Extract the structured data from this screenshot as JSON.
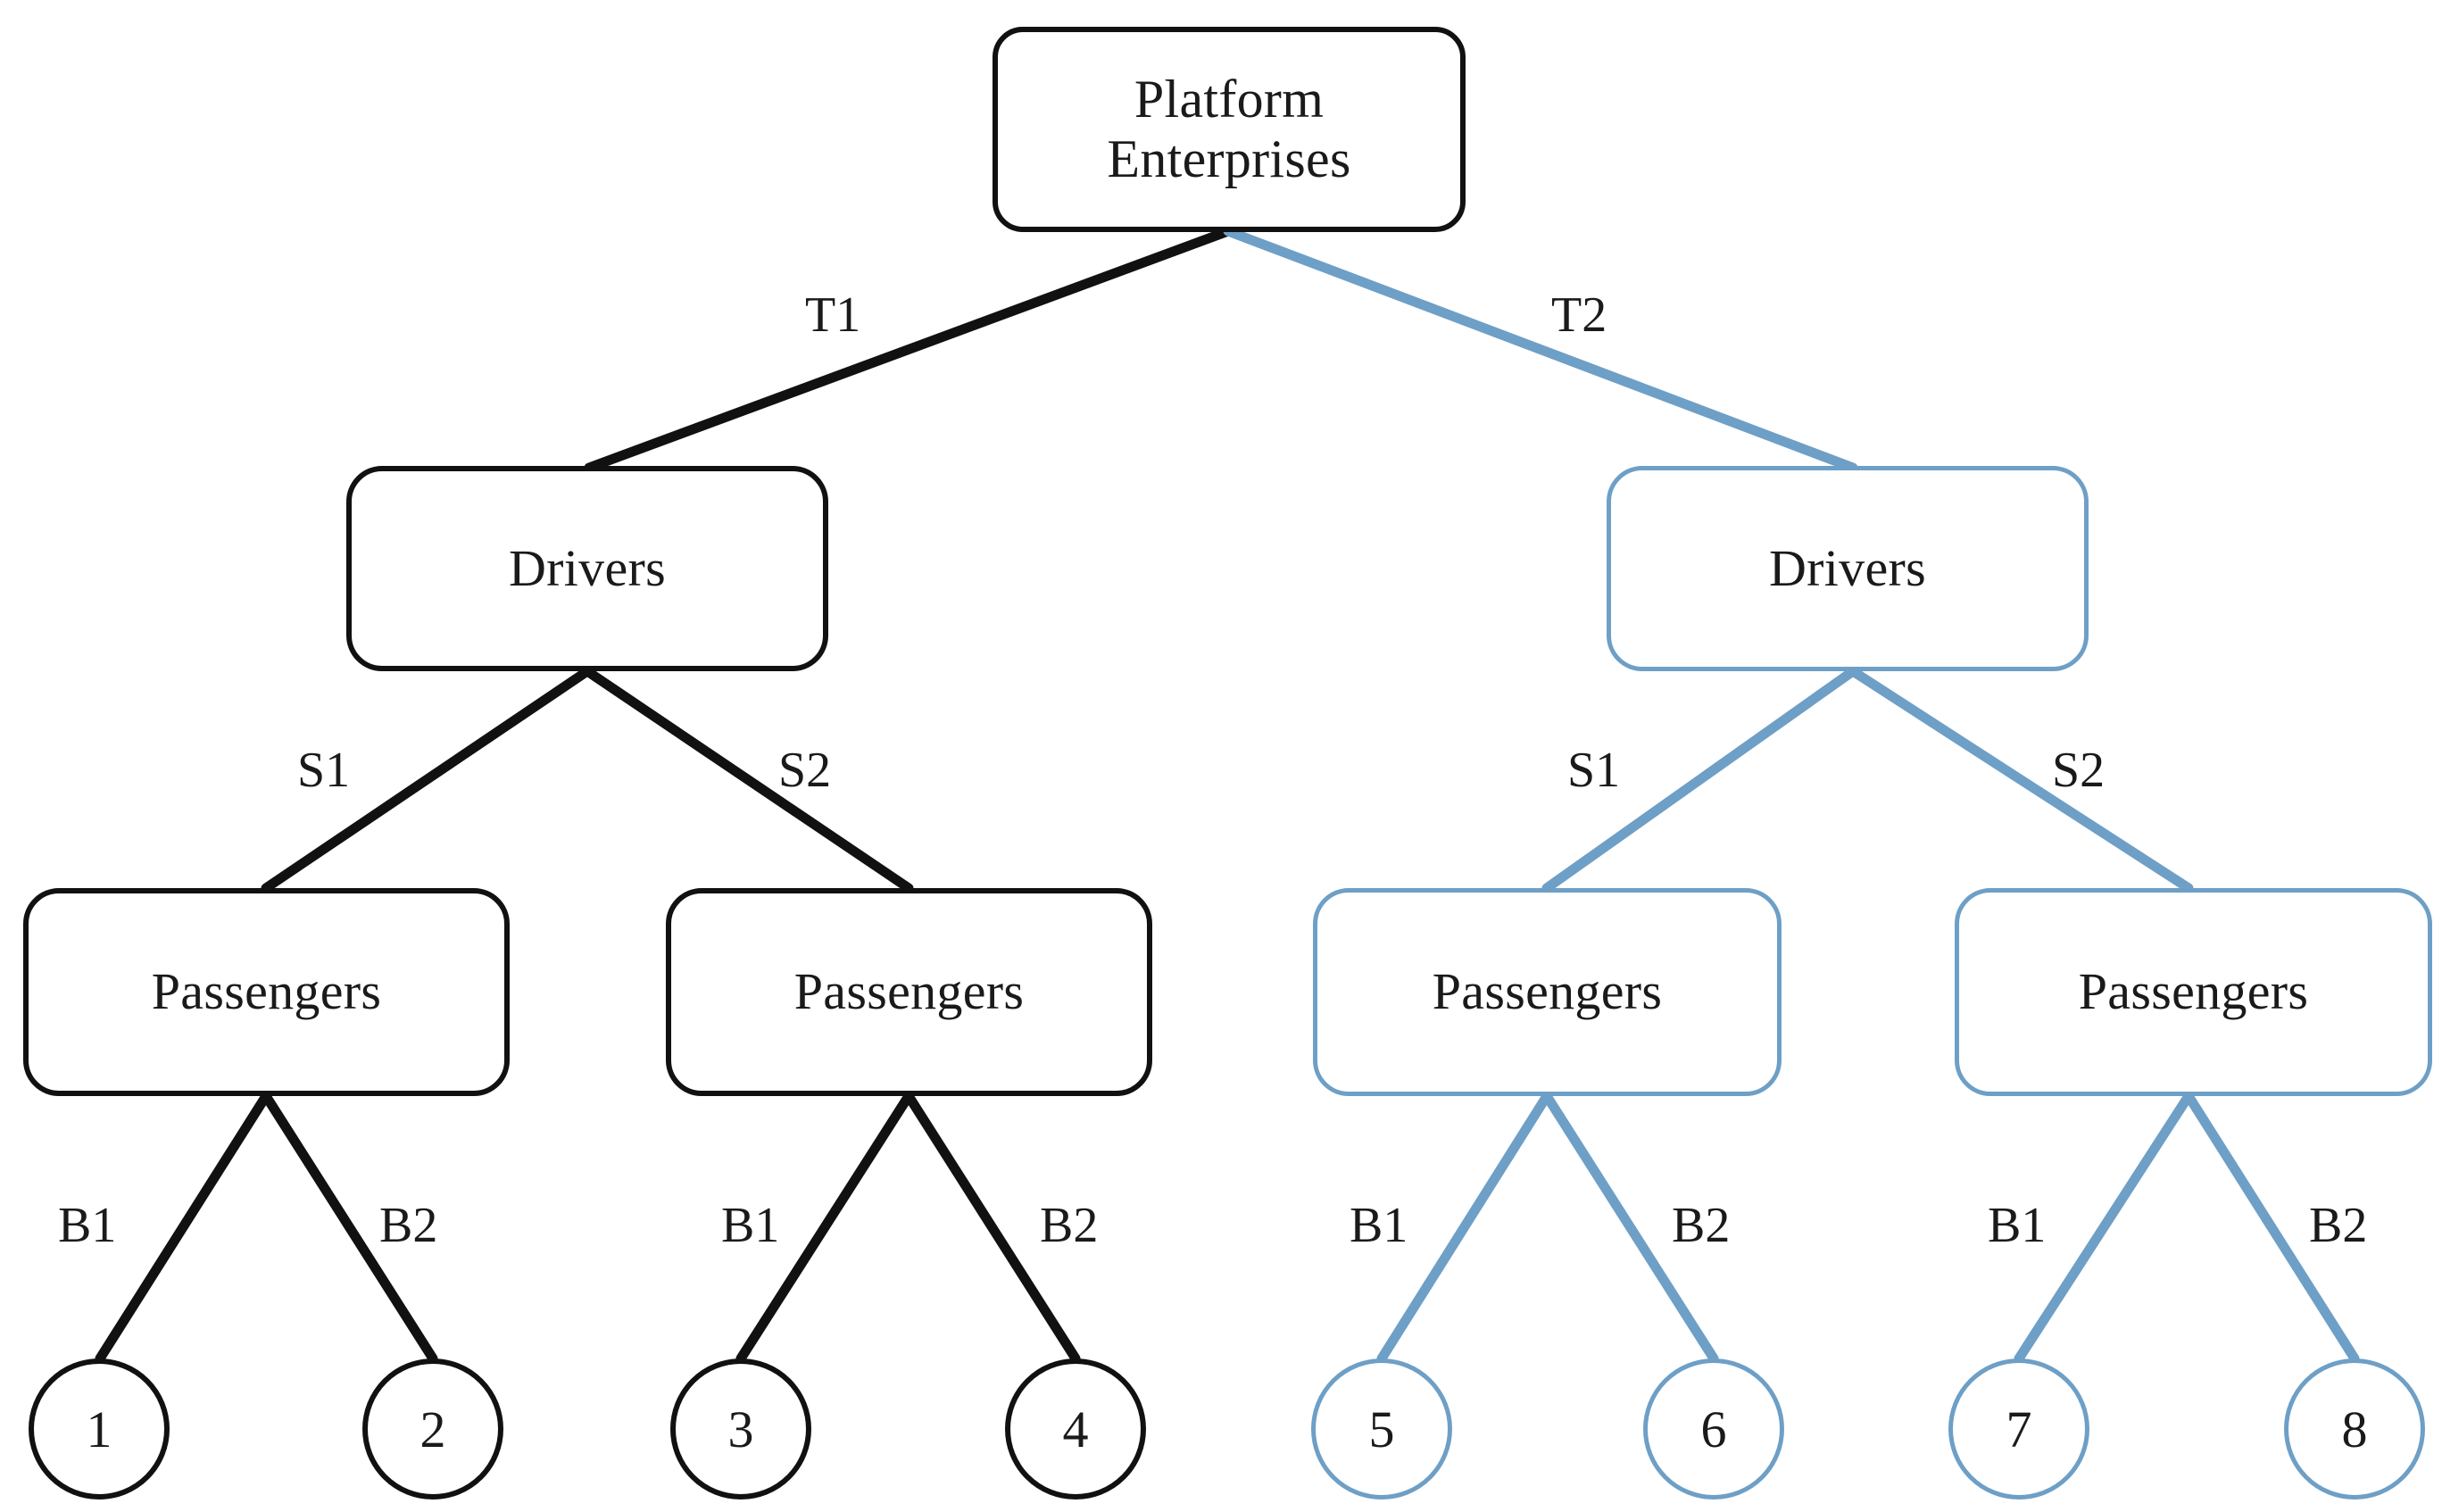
{
  "diagram": {
    "title": "Platform Enterprises hierarchical tree",
    "colors": {
      "black": "#111111",
      "blue": "#6e9fc6",
      "text": "#1a1a1a",
      "background": "#ffffff"
    },
    "root": {
      "label": "Platform\nEnterprises",
      "line1": "Platform",
      "line2": "Enterprises",
      "color": "black"
    },
    "level2": [
      {
        "id": "drivers-left",
        "label": "Drivers",
        "color": "black"
      },
      {
        "id": "drivers-right",
        "label": "Drivers",
        "color": "blue"
      }
    ],
    "level3": [
      {
        "id": "passengers-1",
        "label": "Passengers",
        "color": "black"
      },
      {
        "id": "passengers-2",
        "label": "Passengers",
        "color": "black"
      },
      {
        "id": "passengers-3",
        "label": "Passengers",
        "color": "blue"
      },
      {
        "id": "passengers-4",
        "label": "Passengers",
        "color": "blue"
      }
    ],
    "leaves": [
      {
        "id": "leaf-1",
        "label": "1",
        "color": "black"
      },
      {
        "id": "leaf-2",
        "label": "2",
        "color": "black"
      },
      {
        "id": "leaf-3",
        "label": "3",
        "color": "black"
      },
      {
        "id": "leaf-4",
        "label": "4",
        "color": "black"
      },
      {
        "id": "leaf-5",
        "label": "5",
        "color": "blue"
      },
      {
        "id": "leaf-6",
        "label": "6",
        "color": "blue"
      },
      {
        "id": "leaf-7",
        "label": "7",
        "color": "blue"
      },
      {
        "id": "leaf-8",
        "label": "8",
        "color": "blue"
      }
    ],
    "edge_labels": {
      "t1": "T1",
      "t2": "T2",
      "s1_left": "S1",
      "s2_left": "S2",
      "s1_right": "S1",
      "s2_right": "S2",
      "b1_a": "B1",
      "b2_a": "B2",
      "b1_b": "B1",
      "b2_b": "B2",
      "b1_c": "B1",
      "b2_c": "B2",
      "b1_d": "B1",
      "b2_d": "B2"
    }
  }
}
